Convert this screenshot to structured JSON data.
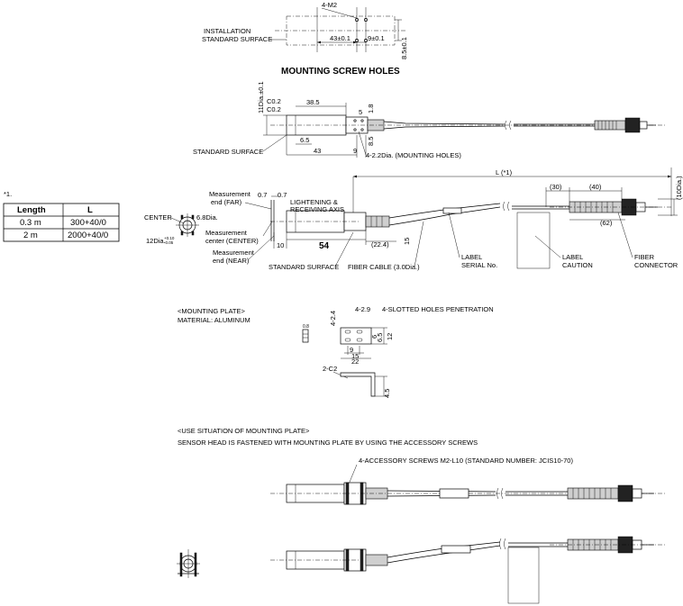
{
  "top_view": {
    "title": "MOUNTING SCREW HOLES",
    "screw": "4-M2",
    "surface": "INSTALLATION\nSTANDARD SURFACE",
    "dims": {
      "pitch": "43±0.1",
      "small": "9±0.1",
      "height": "8.5±0.1"
    }
  },
  "side_view": {
    "dims": {
      "width": "11Dia.±0.1",
      "c1": "C0.2",
      "c2": "C0.2",
      "length": "38.5",
      "d5": "5",
      "d18": "1.8",
      "d65": "6.5",
      "d43": "43",
      "d9": "9",
      "d85": "8.5"
    },
    "surface": "STANDARD SURFACE",
    "holes": "4-2.2Dia. (MOUNTING HOLES)"
  },
  "length_table": {
    "note": "*1.",
    "headers": [
      "Length",
      "L"
    ],
    "rows": [
      [
        "0.3 m",
        "300+40/0"
      ],
      [
        "2 m",
        "2000+40/0"
      ]
    ]
  },
  "front_view": {
    "center": "CENTER",
    "d68": "6.8Dia.",
    "d12": "12Dia.",
    "tol": "+0.10\n-0.05"
  },
  "main_view": {
    "labels": {
      "far": "Measurement\nend (FAR)",
      "center": "Measurement\ncenter (CENTER)",
      "near": "Measurement\nend (NEAR)",
      "axis": "LIGHTENING &\nRECEIVING AXIS",
      "surface": "STANDARD SURFACE",
      "fiber": "FIBER CABLE (3.0Dia.)",
      "label_serial": "LABEL\nSERIAL No.",
      "label_caution": "LABEL\nCAUTION",
      "connector": "FIBER\nCONNECTOR"
    },
    "dims": {
      "f1": "0.7",
      "f2": "0.7",
      "d10": "10",
      "d54": "54",
      "d224": "(22.4)",
      "d15": "15",
      "L": "L (*1)",
      "d30": "(30)",
      "d40": "(40)",
      "d62": "(62)",
      "d10dia": "(10Dia.)"
    }
  },
  "plate": {
    "title": "<MOUNTING PLATE>",
    "material": "MATERIAL: ALUMINUM",
    "slots": "4-SLOTTED HOLES PENETRATION",
    "dims": {
      "d424": "4-2.4",
      "d429": "4-2.9",
      "d6": "6",
      "d65": "6.5",
      "d12": "12",
      "d9": "9",
      "d15": "15",
      "d22": "22",
      "d45": "4.5",
      "d08": "0.8",
      "c2": "2-C2"
    }
  },
  "use": {
    "title": "<USE SITUATION OF MOUNTING PLATE>",
    "subtitle": "SENSOR HEAD IS FASTENED WITH MOUNTING PLATE BY USING THE ACCESSORY SCREWS",
    "screws": "4-ACCESSORY SCREWS M2-L10 (STANDARD NUMBER: JCIS10-70)"
  }
}
